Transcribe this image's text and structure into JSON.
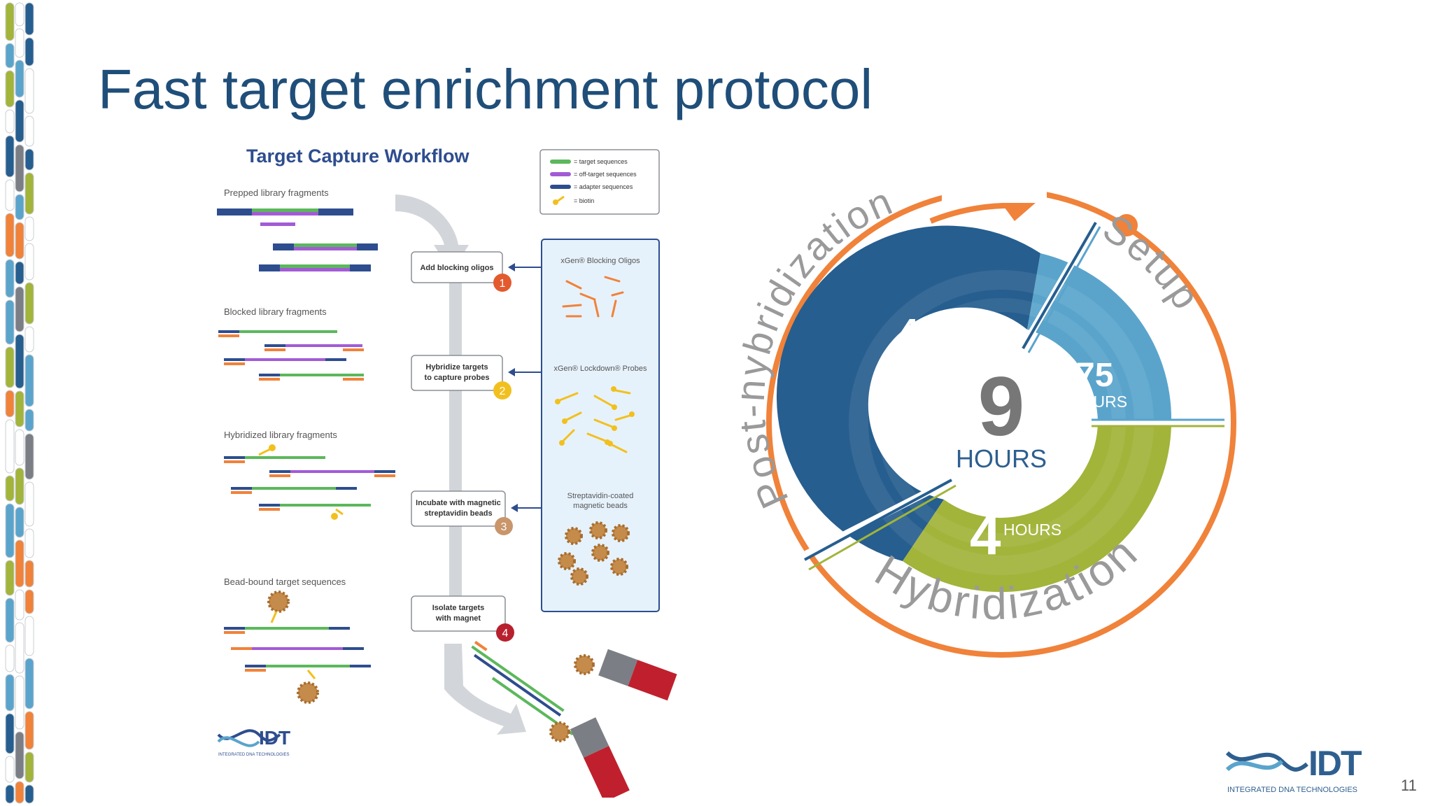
{
  "slide": {
    "title": "Fast target enrichment protocol",
    "page_number": "11"
  },
  "colors": {
    "title": "#1f4e79",
    "target": "#5cb85c",
    "off_target": "#a25bd6",
    "adapter": "#2e4d8f",
    "biotin": "#f2c01e",
    "orange": "#f0823a",
    "dark_blue": "#265e8f",
    "light_blue": "#5aa4cc",
    "olive": "#a2b43a"
  },
  "workflow": {
    "title": "Target Capture Workflow",
    "legend": [
      {
        "icon": "green-bar-icon",
        "label": "= target sequences"
      },
      {
        "icon": "purple-bar-icon",
        "label": "= off-target sequences"
      },
      {
        "icon": "blue-bar-icon",
        "label": "= adapter sequences"
      },
      {
        "icon": "biotin-icon",
        "label": "= biotin"
      }
    ],
    "section_labels": [
      "Prepped library fragments",
      "Blocked library fragments",
      "Hybridized library fragments",
      "Bead-bound target sequences"
    ],
    "steps": [
      {
        "number": "1",
        "line1": "Add blocking oligos",
        "line2": ""
      },
      {
        "number": "2",
        "line1": "Hybridize targets",
        "line2": "to capture probes"
      },
      {
        "number": "3",
        "line1": "Incubate with magnetic",
        "line2": "streptavidin beads"
      },
      {
        "number": "4",
        "line1": "Isolate targets",
        "line2": "with magnet"
      }
    ],
    "reagents": [
      "xGen® Blocking Oligos",
      "xGen® Lockdown® Probes",
      "Streptavidin-coated",
      "magnetic beads"
    ],
    "logo": {
      "text": "IDT",
      "subtext": "INTEGRATED DNA TECHNOLOGIES"
    }
  },
  "cycle": {
    "total": {
      "value": "9",
      "unit": "HOURS"
    },
    "post_hybridization": {
      "label": "Post-hybridization",
      "value": "4.25",
      "unit": "HOURS"
    },
    "setup": {
      "label": "Setup",
      "value": "0.75",
      "unit": "HOURS"
    },
    "hybridization": {
      "label": "Hybridization",
      "value": "4",
      "unit": "HOURS"
    }
  },
  "logo": {
    "text": "IDT",
    "subtext": "INTEGRATED DNA TECHNOLOGIES"
  }
}
